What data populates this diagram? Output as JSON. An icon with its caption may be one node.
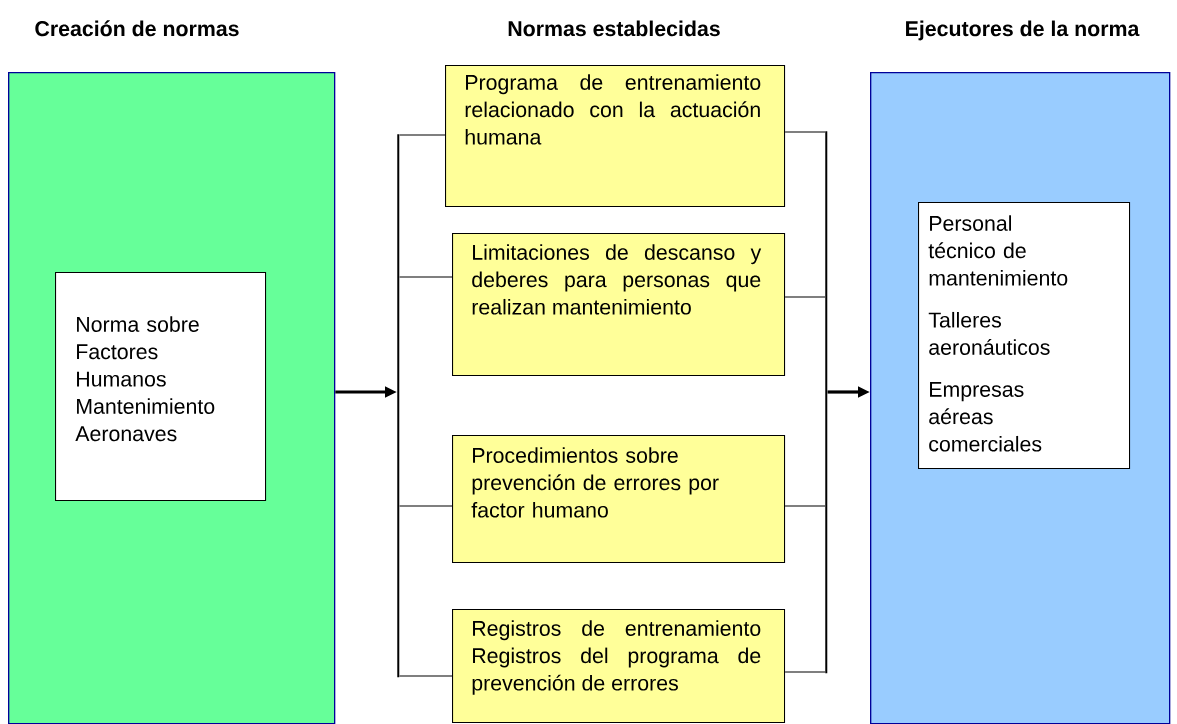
{
  "diagram": {
    "nodes": [
      {
        "text": [
          "Creación de normas"
        ]
      },
      {
        "text": [
          "Norma sobre Factores Humanos Mantenimiento Aeronaves"
        ],
        "in": 0
      },
      {
        "text": [
          "Programa de entrenamiento relacionado con la actuación humana"
        ]
      },
      {
        "text": [
          "Limitaciones de descanso y deberes para personas que realizan mantenimiento"
        ]
      },
      {
        "text": [
          "Procedimientos sobre prevención de errores por factor humano"
        ]
      },
      {
        "text": [
          "Registros de entrenamiento Registros del programa de prevención de errores"
        ]
      },
      {
        "text": [
          "Ejecutores de la norma"
        ]
      },
      {
        "text": [
          "Personal técnico de mantenimiento",
          "Talleres aeronáuticos",
          "Empresas aéreas comerciales"
        ],
        "in": 6
      },
      {
        "text": [],
        "shape": "bar"
      },
      {
        "text": [],
        "shape": "bar"
      }
    ],
    "edges": [
      {
        "from": 0,
        "to": 8,
        "arrow": "to",
        "style": "thick"
      },
      {
        "from": 8,
        "to": 2,
        "arrow": "none"
      },
      {
        "from": 8,
        "to": 3,
        "arrow": "none"
      },
      {
        "from": 8,
        "to": 4,
        "arrow": "none"
      },
      {
        "from": 8,
        "to": 5,
        "arrow": "none"
      },
      {
        "from": 2,
        "to": 9,
        "arrow": "none"
      },
      {
        "from": 3,
        "to": 9,
        "arrow": "none"
      },
      {
        "from": 4,
        "to": 9,
        "arrow": "none"
      },
      {
        "from": 5,
        "to": 9,
        "arrow": "none"
      },
      {
        "from": 9,
        "to": 6,
        "arrow": "to",
        "style": "thick"
      }
    ],
    "labels": [
      "Normas establecidas"
    ]
  }
}
